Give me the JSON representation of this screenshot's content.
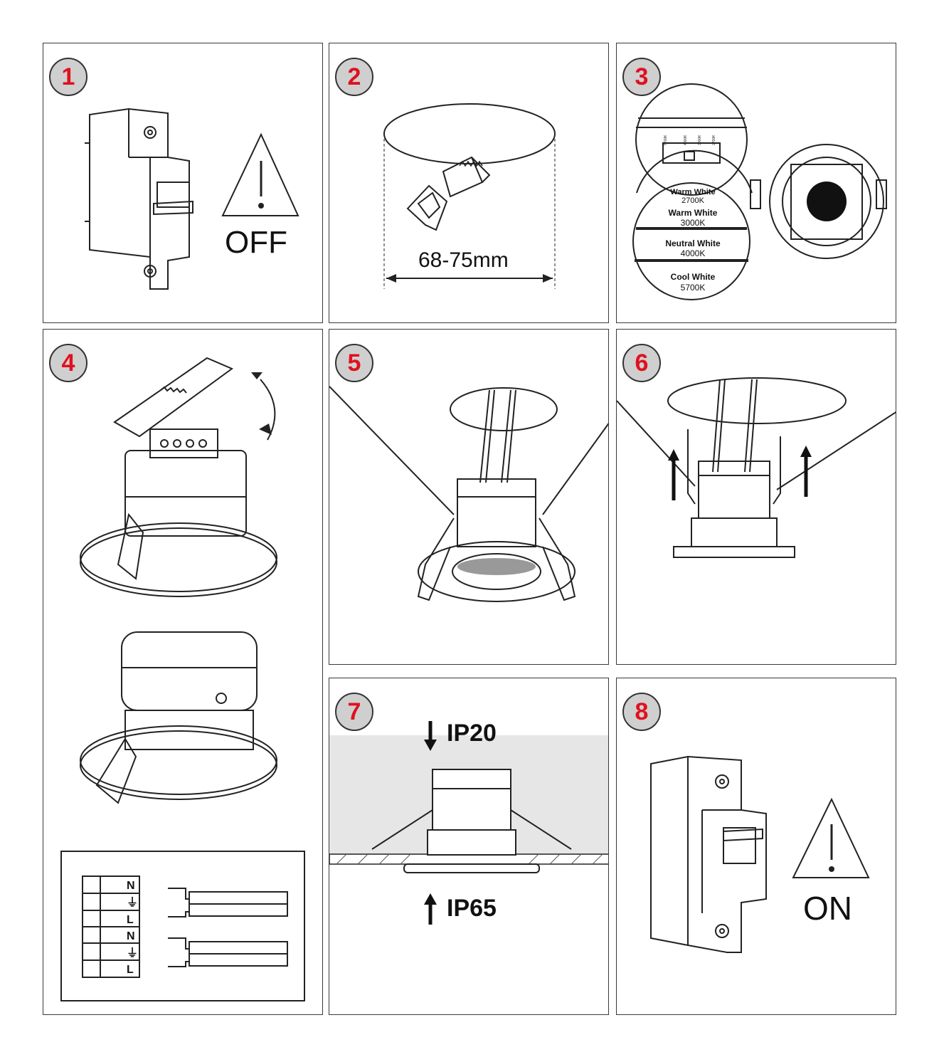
{
  "steps": [
    {
      "number": "1",
      "label": "OFF"
    },
    {
      "number": "2",
      "label": "68-75mm"
    },
    {
      "number": "3",
      "dial_labels": [
        "5700K",
        "4000K",
        "3000K",
        "2700K"
      ],
      "options": [
        {
          "name": "Warm White",
          "temp": "2700K"
        },
        {
          "name": "Warm White",
          "temp": "3000K"
        },
        {
          "name": "Neutral White",
          "temp": "4000K"
        },
        {
          "name": "Cool White",
          "temp": "5700K"
        }
      ]
    },
    {
      "number": "4",
      "terminals": [
        "N",
        "⏚",
        "L",
        "N",
        "⏚",
        "L"
      ]
    },
    {
      "number": "5"
    },
    {
      "number": "6"
    },
    {
      "number": "7",
      "top_rating": "IP20",
      "bottom_rating": "IP65"
    },
    {
      "number": "8",
      "label": "ON"
    }
  ],
  "colors": {
    "badge_number": "#e0111f",
    "badge_fill": "#cfcfcf",
    "line": "#222222",
    "shade": "#e6e6e6"
  }
}
